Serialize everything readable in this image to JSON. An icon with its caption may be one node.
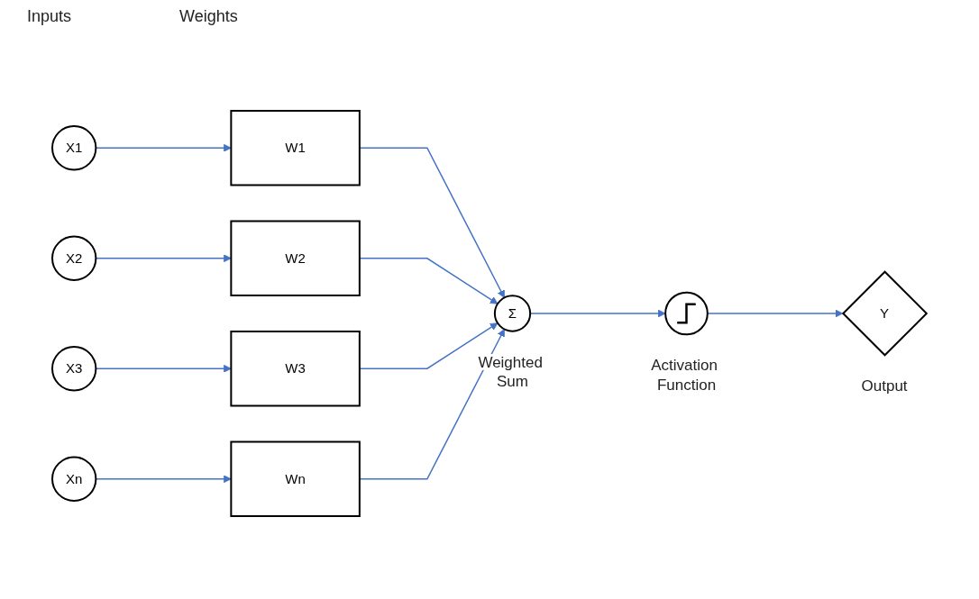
{
  "diagram": {
    "nodes": [
      {
        "text": [
          "X1"
        ]
      },
      {
        "text": [
          "X2"
        ]
      },
      {
        "text": [
          "X3"
        ]
      },
      {
        "text": [
          "Xn"
        ]
      },
      {
        "text": [
          "W1"
        ]
      },
      {
        "text": [
          "W2"
        ]
      },
      {
        "text": [
          "W3"
        ]
      },
      {
        "text": [
          "Wn"
        ]
      },
      {
        "text": [
          "Σ"
        ],
        "beside": [
          "Weighted Sum"
        ]
      },
      {
        "text": [],
        "shape": "circle",
        "beside": [
          "Activation Function"
        ]
      },
      {
        "text": [
          "Y"
        ],
        "beside": [
          "Output"
        ]
      }
    ],
    "edges": [
      {
        "from": 0,
        "to": 4,
        "arrow": "to"
      },
      {
        "from": 1,
        "to": 5,
        "arrow": "to"
      },
      {
        "from": 2,
        "to": 6,
        "arrow": "to"
      },
      {
        "from": 3,
        "to": 7,
        "arrow": "to"
      },
      {
        "from": 4,
        "to": 8,
        "arrow": "to"
      },
      {
        "from": 5,
        "to": 8,
        "arrow": "to"
      },
      {
        "from": 6,
        "to": 8,
        "arrow": "to"
      },
      {
        "from": 7,
        "to": 8,
        "arrow": "to"
      },
      {
        "from": 8,
        "to": 9,
        "arrow": "to"
      },
      {
        "from": 9,
        "to": 10,
        "arrow": "to"
      }
    ],
    "labels": [
      "Inputs",
      "Weights"
    ]
  }
}
